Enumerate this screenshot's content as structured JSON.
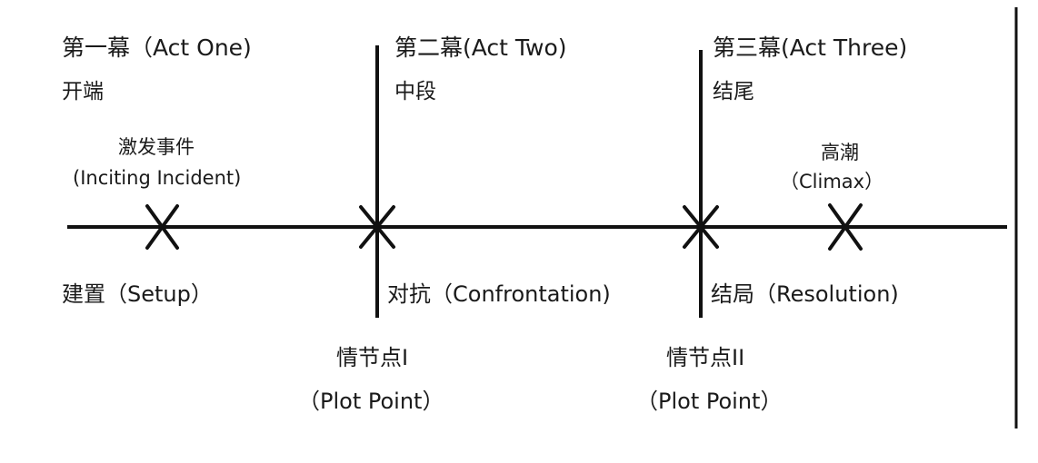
{
  "acts": [
    {
      "title": "第一幕（Act One)",
      "subtitle": "开端"
    },
    {
      "title": "第二幕(Act Two)",
      "subtitle": "中段"
    },
    {
      "title": "第三幕(Act Three)",
      "subtitle": "结尾"
    }
  ],
  "events": {
    "inciting": {
      "zh": "激发事件",
      "en": "(Inciting Incident)"
    },
    "climax": {
      "zh": "高潮",
      "en": "（Climax）"
    }
  },
  "segments": {
    "setup": "建置（Setup）",
    "confrontation": "对抗（Confrontation)",
    "resolution": "结局（Resolution)"
  },
  "plot_points": [
    {
      "zh": "情节点I",
      "en": "（Plot Point）"
    },
    {
      "zh": "情节点II",
      "en": "（Plot Point）"
    }
  ],
  "colors": {
    "line": "#111111",
    "text": "#1a1a1a",
    "background": "#ffffff"
  }
}
